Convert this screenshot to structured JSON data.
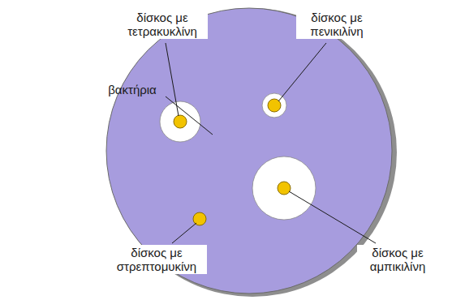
{
  "diagram": {
    "labels": [
      "δίσκος με τετρακυκλίνη",
      "δίσκος με πενικιλίνη",
      "βακτήρια",
      "δίσκος με στρεπτομυκίνη",
      "δίσκος με αμπικιλίνη"
    ]
  }
}
